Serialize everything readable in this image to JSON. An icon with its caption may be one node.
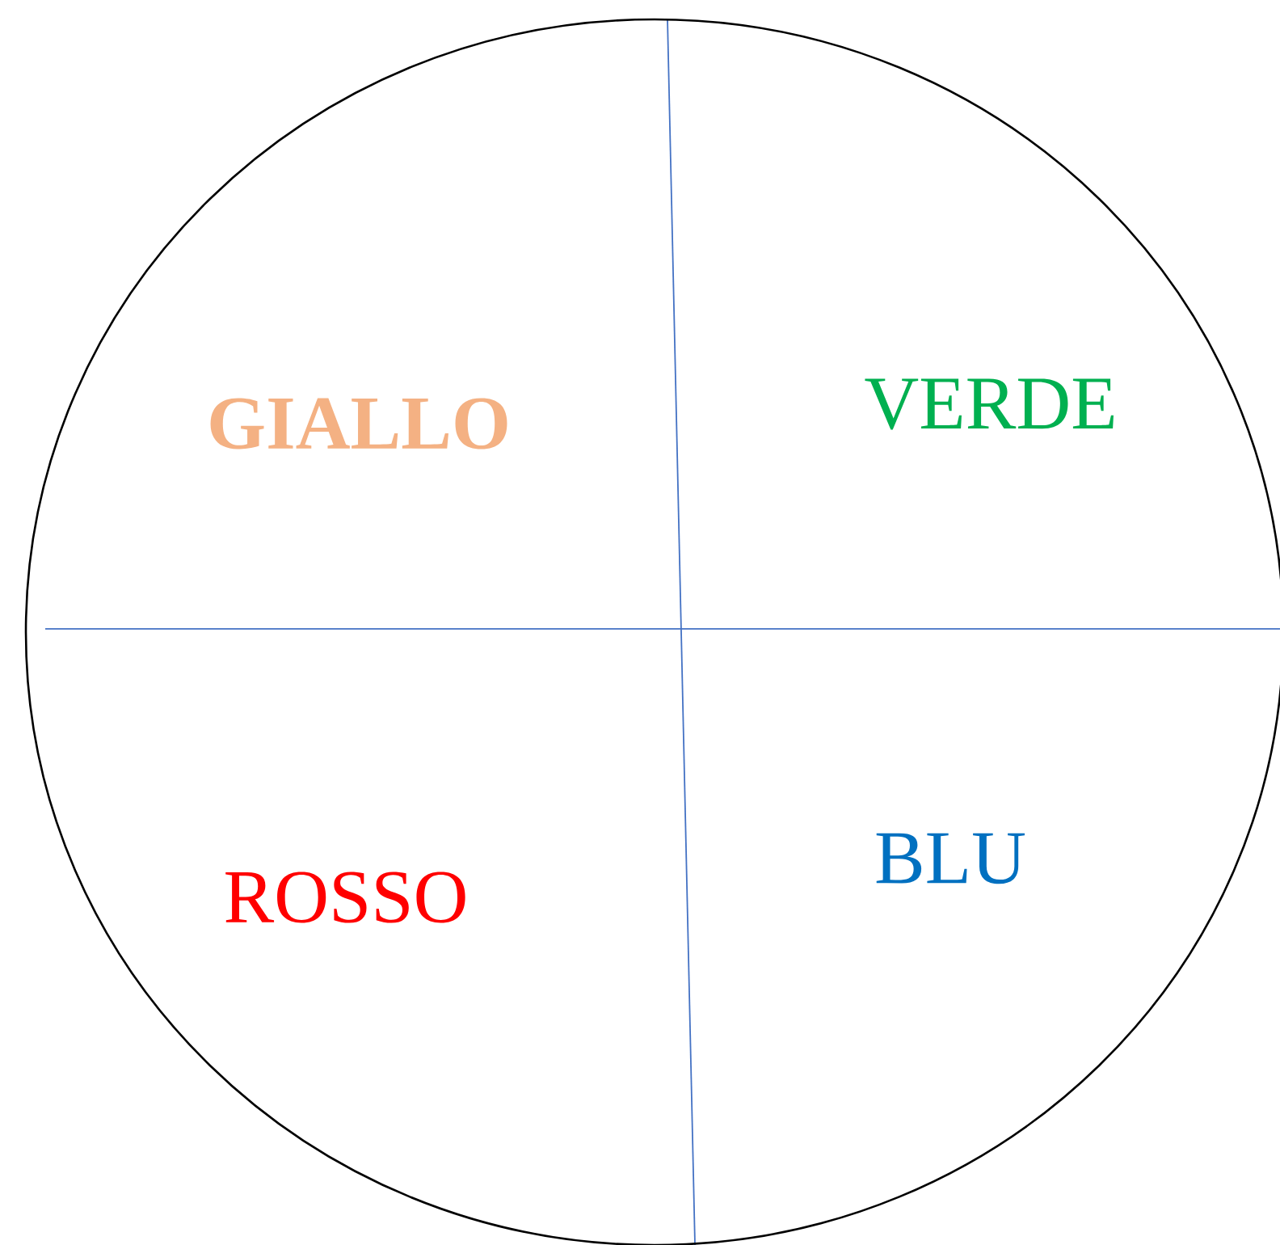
{
  "diagram": {
    "nodes": [
      {
        "text": [
          "GIALLO",
          "VERDE",
          "ROSSO",
          "BLU"
        ]
      }
    ]
  }
}
